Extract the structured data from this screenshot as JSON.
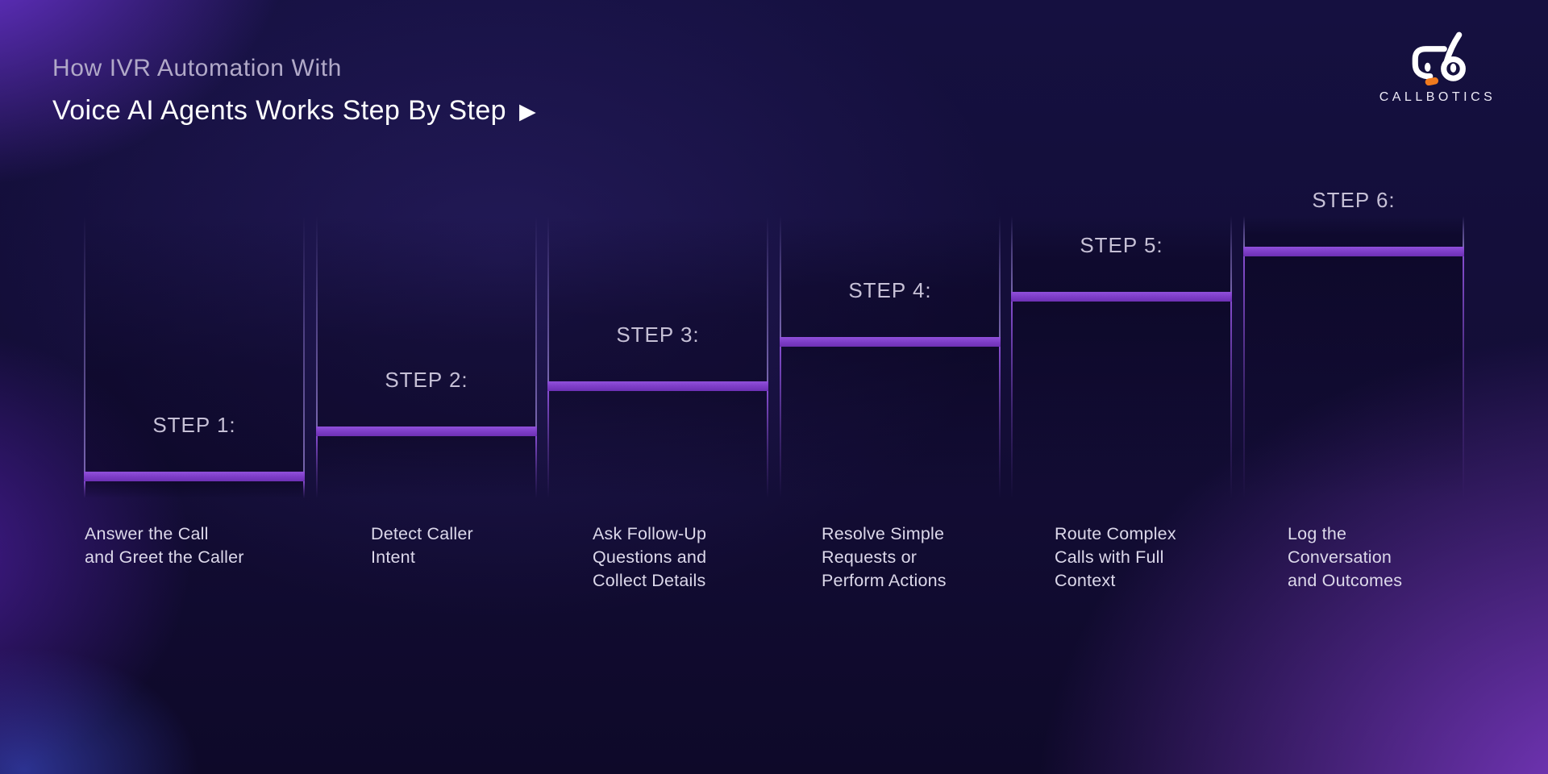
{
  "header": {
    "title_line1": "How IVR Automation With",
    "title_line2": "Voice AI Agents Works Step By Step",
    "play_icon": "▶"
  },
  "logo": {
    "wordmark": "CALLBOTICS",
    "accent_color": "#F07A1E"
  },
  "steps": [
    {
      "label": "STEP 1:",
      "description": [
        "Answer the Call",
        "and Greet the Caller"
      ]
    },
    {
      "label": "STEP 2:",
      "description": [
        "Detect Caller",
        "Intent"
      ]
    },
    {
      "label": "STEP 3:",
      "description": [
        "Ask Follow-Up",
        "Questions and",
        "Collect Details"
      ]
    },
    {
      "label": "STEP 4:",
      "description": [
        "Resolve Simple",
        "Requests or",
        "Perform Actions"
      ]
    },
    {
      "label": "STEP 5:",
      "description": [
        "Route Complex",
        "Calls with Full",
        "Context"
      ]
    },
    {
      "label": "STEP 6:",
      "description": [
        "Log the",
        "Conversation",
        "and Outcomes"
      ]
    }
  ],
  "colors": {
    "bar": "#7C3CC6",
    "background": "#130D36",
    "glow": "#7C3AED",
    "step_label": "#C6C0D6",
    "description_text": "#DCD8EA"
  }
}
